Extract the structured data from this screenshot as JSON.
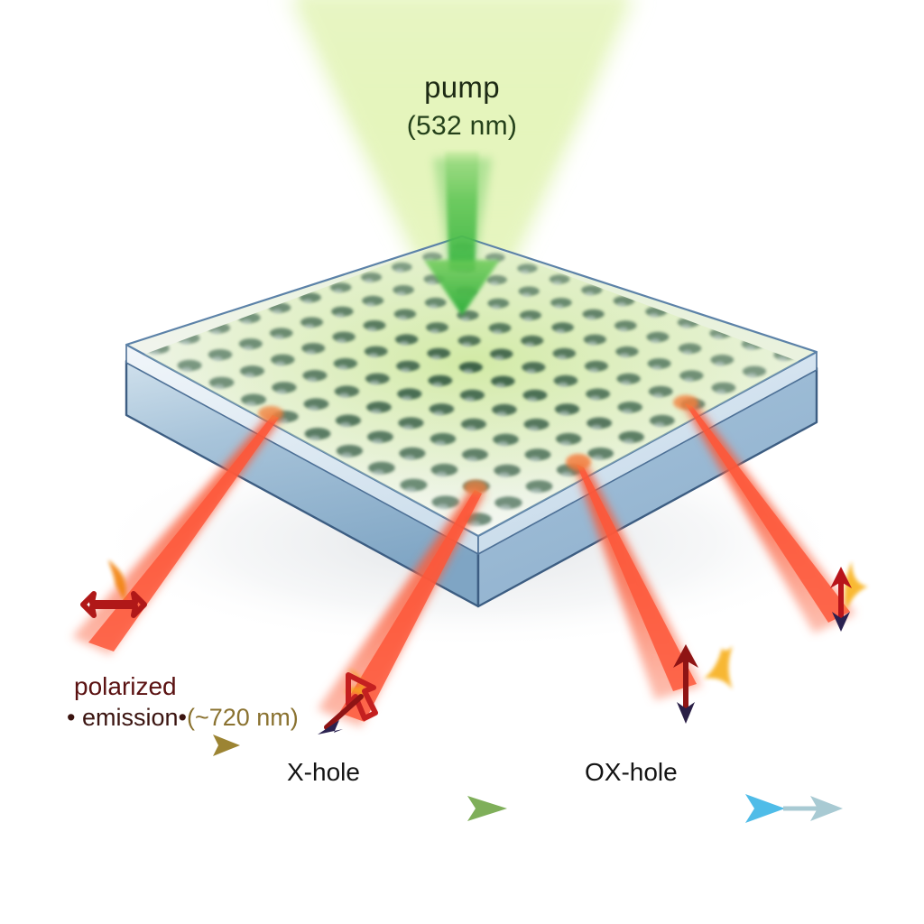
{
  "figure": {
    "domain": "scientific-schematic",
    "background": "#ffffff"
  },
  "pump": {
    "title": "pump",
    "subtitle": "(532 nm)",
    "beam_color": "#ddf0b4",
    "arrow_color": "#3fbf4a",
    "title_color": "#1d2a14"
  },
  "slab": {
    "top_face_color": "#eef4ea",
    "side_color": "#8fb2cc",
    "outline_color": "#3c5d82",
    "hole_color": "#2f5c4e",
    "hole_rows": 11,
    "hole_cols": 11
  },
  "emission": {
    "beam_color": "#fb6a4a",
    "legend_line1": "polarized",
    "legend_line2_pre": "• emission•",
    "legend_line2_wave": "(~720 nm)",
    "legend_arrow_color": "#9c8433",
    "beams": 4
  },
  "legends": [
    {
      "name": "x-hole",
      "label": "X-hole",
      "arrow_from": "#8b1a1a",
      "arrow_to": "#7faf5a",
      "arrowheads": 1
    },
    {
      "name": "ox-hole",
      "label": "OX-hole",
      "arrow_from": "#2a1a6e",
      "arrow_to": "#4fbce8",
      "arrowheads": 2
    }
  ],
  "polarization_markers": [
    {
      "name": "horizontal-double-arrow",
      "primary": "#b01818",
      "accent": "#f2820d"
    },
    {
      "name": "diagonal-arrow-down-left",
      "primary": "#c42020",
      "accent": "#f5a21a",
      "head": "#2b2250"
    },
    {
      "name": "vertical-double-arrow-center",
      "primary": "#8f1414",
      "accent": "#f7b124",
      "head": "#2a1f46"
    },
    {
      "name": "vertical-double-arrow-right",
      "primary": "#b8141a",
      "accent": "#f9b423",
      "head": "#2a2150"
    }
  ]
}
